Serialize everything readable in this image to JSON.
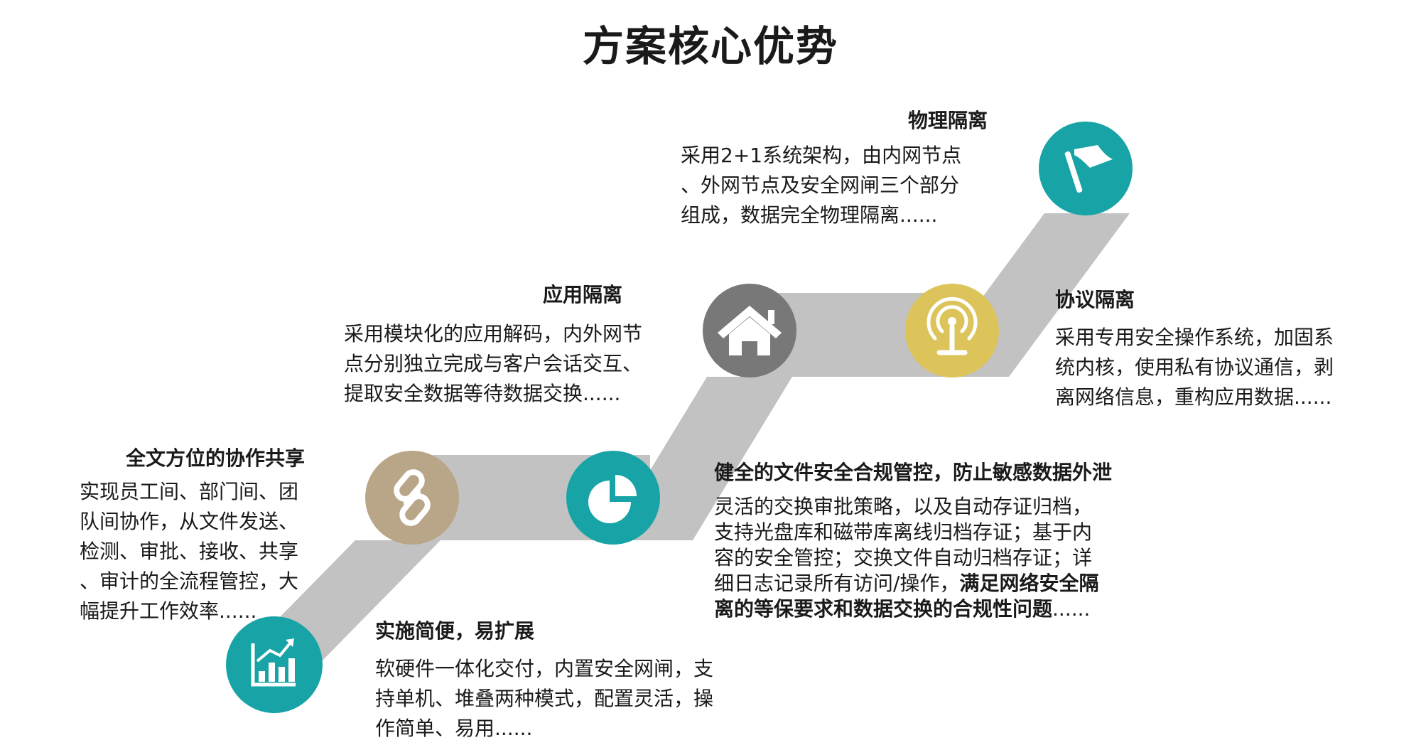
{
  "title": "方案核心优势",
  "colors": {
    "band": "#c2c2c2",
    "teal": "#18a4a6",
    "tan": "#b9a588",
    "gray": "#787878",
    "gold": "#dcc45a"
  },
  "circles": [
    {
      "icon": "chart-growth-icon",
      "color": "#18a4a6"
    },
    {
      "icon": "link-icon",
      "color": "#b9a588"
    },
    {
      "icon": "pie-chart-icon",
      "color": "#18a4a6"
    },
    {
      "icon": "home-icon",
      "color": "#787878"
    },
    {
      "icon": "antenna-icon",
      "color": "#dcc45a"
    },
    {
      "icon": "flag-icon",
      "color": "#18a4a6"
    }
  ],
  "items": {
    "collab": {
      "heading": "全文方位的协作共享",
      "lines": [
        "实现员工间、部门间、团",
        "队间协作，从文件发送、",
        "检测、审批、接收、共享",
        "、审计的全流程管控，大",
        "幅提升工作效率......"
      ]
    },
    "deploy": {
      "heading": "实施简便，易扩展",
      "lines": [
        "软硬件一体化交付，内置安全网闸，支",
        "持单机、堆叠两种模式，配置灵活，操",
        "作简单、易用......"
      ]
    },
    "app": {
      "heading": "应用隔离",
      "lines": [
        "采用模块化的应用解码，内外网节",
        "点分别独立完成与客户会话交互、",
        "提取安全数据等待数据交换......"
      ]
    },
    "compliance": {
      "heading": "健全的文件安全合规管控，防止敏感数据外泄",
      "lines": [
        "灵活的交换审批策略，以及自动存证归档，",
        "支持光盘库和磁带库离线归档存证；基于内",
        "容的安全管控；交换文件自动归档存证；详"
      ],
      "line4_normal": "细日志记录所有访问/操作，",
      "line4_bold": "满足网络安全隔",
      "line5_bold": "离的等保要求和数据交换的合规性问题",
      "line5_normal": "......"
    },
    "physical": {
      "heading": "物理隔离",
      "lines": [
        "采用2+1系统架构，由内网节点",
        "、外网节点及安全网闸三个部分",
        "组成，数据完全物理隔离......"
      ]
    },
    "protocol": {
      "heading": "协议隔离",
      "lines": [
        "采用专用安全操作系统，加固系",
        "统内核，使用私有协议通信，剥",
        "离网络信息，重构应用数据......"
      ]
    }
  }
}
